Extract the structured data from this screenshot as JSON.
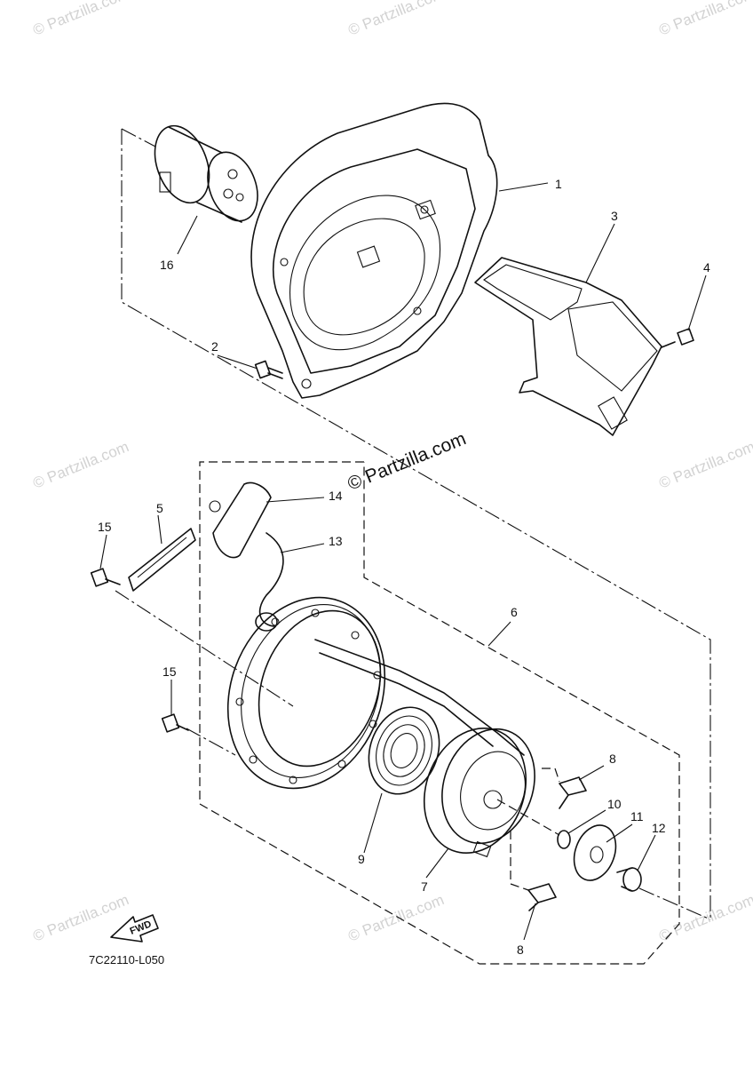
{
  "watermarks": {
    "text": "© Partzilla.com",
    "main_text": "© Partzilla.com"
  },
  "labels": {
    "p1": "1",
    "p2": "2",
    "p3": "3",
    "p4": "4",
    "p5": "5",
    "p6": "6",
    "p7": "7",
    "p8a": "8",
    "p8b": "8",
    "p9": "9",
    "p10": "10",
    "p11": "11",
    "p12": "12",
    "p13": "13",
    "p14": "14",
    "p15a": "15",
    "p15b": "15",
    "p16": "16"
  },
  "fwd_label": "FWD",
  "diagram_code": "7C22110-L050"
}
